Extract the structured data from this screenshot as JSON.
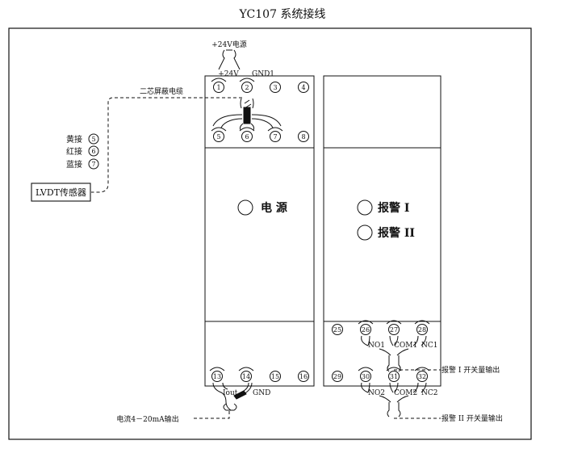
{
  "title": "YC107 系统接线",
  "power_supply_label": "+24V电源",
  "top_left_terminal": {
    "plus_label": "+24V",
    "gnd_label": "GND1",
    "numbers": [
      "1",
      "2",
      "3",
      "4",
      "5",
      "6",
      "7",
      "8"
    ]
  },
  "cable_label": "二芯屏蔽电缆",
  "wire_colors": [
    {
      "label": "黄接",
      "num": "5"
    },
    {
      "label": "红接",
      "num": "6"
    },
    {
      "label": "蓝接",
      "num": "7"
    }
  ],
  "sensor_label": "LVDT传感器",
  "power_indicator_label": "电 源",
  "alarm1_label": "报警 I",
  "alarm2_label": "报警 II",
  "bottom_left_terminal": {
    "numbers": [
      "13",
      "14",
      "15",
      "16"
    ],
    "iout_label": "Iout",
    "gnd_label": "GND"
  },
  "current_output_label": "电流4－20mA输出",
  "right_terminal": {
    "row1_numbers": [
      "25",
      "26",
      "27",
      "28"
    ],
    "row2_numbers": [
      "29",
      "30",
      "31",
      "32"
    ],
    "alarm1_contacts": [
      "NO1",
      "COM1",
      "NC1"
    ],
    "alarm2_contacts": [
      "NO2",
      "COM2",
      "NC2"
    ]
  },
  "alarm1_output_label": "报警 I 开关量输出",
  "alarm2_output_label": "报警 II 开关量输出"
}
